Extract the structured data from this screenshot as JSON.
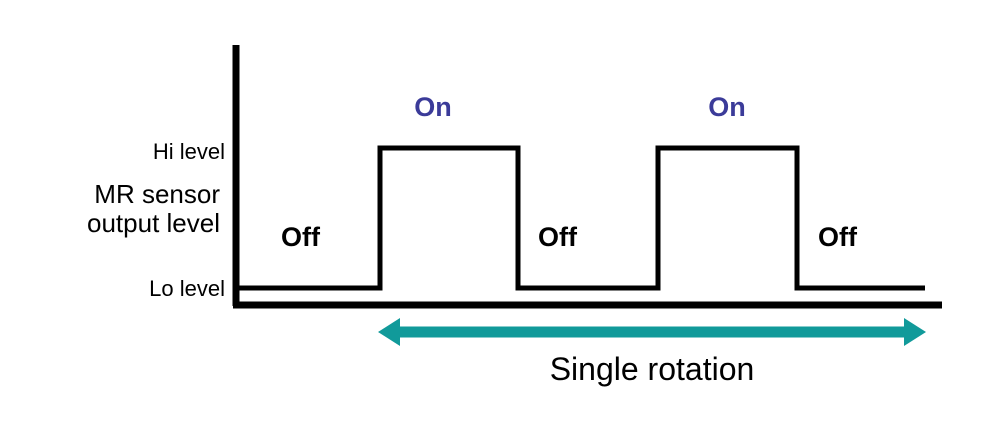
{
  "figure": {
    "y_axis_title_line1": "MR sensor",
    "y_axis_title_line2": "output level",
    "hi_level_label": "Hi level",
    "lo_level_label": "Lo level",
    "caption": "Single rotation",
    "state_labels": {
      "on_1": "On",
      "on_2": "On",
      "off_1": "Off",
      "off_2": "Off",
      "off_3": "Off"
    },
    "colors": {
      "trace": "#000000",
      "axis": "#000000",
      "on_text": "#3b3b99",
      "off_text": "#000000",
      "rotation_arrow": "#119a9a",
      "background": "#ffffff"
    }
  },
  "chart_data": {
    "type": "line",
    "title": "",
    "xlabel": "Single rotation",
    "ylabel": "MR sensor output level",
    "ytick_labels": [
      "Lo level",
      "Hi level"
    ],
    "yvalues": [
      0,
      1
    ],
    "grid": false,
    "legend": "none",
    "series": [
      {
        "name": "MR sensor output",
        "points": [
          {
            "x": 0,
            "y": 0,
            "state": "Off"
          },
          {
            "x": 21,
            "y": 0,
            "state": "Off"
          },
          {
            "x": 21,
            "y": 1,
            "state": "On"
          },
          {
            "x": 41,
            "y": 1,
            "state": "On"
          },
          {
            "x": 41,
            "y": 0,
            "state": "Off"
          },
          {
            "x": 61,
            "y": 0,
            "state": "Off"
          },
          {
            "x": 61,
            "y": 1,
            "state": "On"
          },
          {
            "x": 81,
            "y": 1,
            "state": "On"
          },
          {
            "x": 81,
            "y": 0,
            "state": "Off"
          },
          {
            "x": 100,
            "y": 0,
            "state": "Off"
          }
        ]
      }
    ],
    "annotations": [
      {
        "text": "Off",
        "x": 10,
        "y": 0.35
      },
      {
        "text": "On",
        "x": 31,
        "y": 1.25
      },
      {
        "text": "Off",
        "x": 51,
        "y": 0.35
      },
      {
        "text": "On",
        "x": 71,
        "y": 1.25
      },
      {
        "text": "Off",
        "x": 91,
        "y": 0.35
      },
      {
        "text": "Single rotation",
        "x": 51,
        "y": -0.45
      }
    ],
    "span_marker": {
      "label": "Single rotation",
      "from_x": 21,
      "to_x": 81,
      "style": "double-headed-arrow",
      "color": "#119a9a"
    }
  }
}
